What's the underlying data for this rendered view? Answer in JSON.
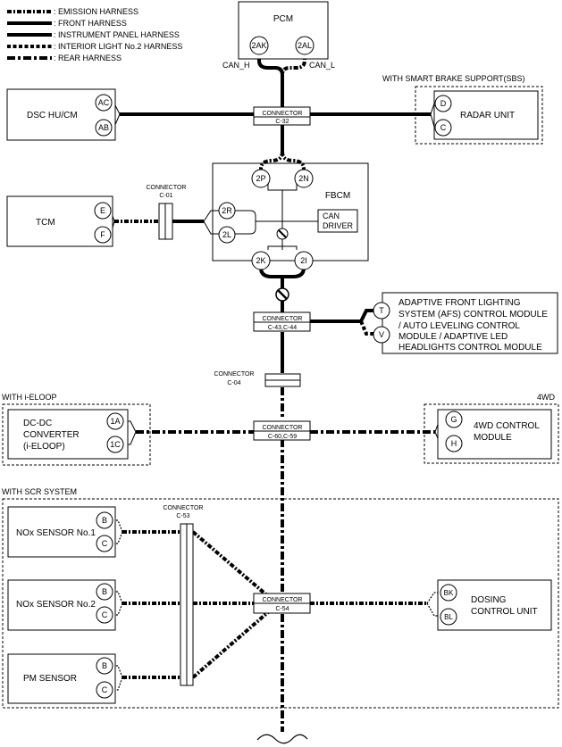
{
  "legend": {
    "emission": ": EMISSION HARNESS",
    "front": ": FRONT HARNESS",
    "instrument": ": INSTRUMENT PANEL HARNESS",
    "interior": ": INTERIOR LIGHT No.2 HARNESS",
    "rear": ": REAR HARNESS"
  },
  "groups": {
    "sbs": "WITH SMART BRAKE SUPPORT(SBS)",
    "ieloop": "WITH i-ELOOP",
    "awd": "4WD",
    "scr": "WITH SCR SYSTEM"
  },
  "modules": {
    "pcm": "PCM",
    "dsc": "DSC HU/CM",
    "radar": "RADAR UNIT",
    "tcm": "TCM",
    "fbcm": "FBCM",
    "can_driver_1": "CAN",
    "can_driver_2": "DRIVER",
    "afs_1": "ADAPTIVE FRONT LIGHTING",
    "afs_2": "SYSTEM (AFS) CONTROL MODULE",
    "afs_3": "/ AUTO LEVELING CONTROL",
    "afs_4": "MODULE / ADAPTIVE LED",
    "afs_5": "HEADLIGHTS CONTROL MODULE",
    "dcdc_1": "DC-DC",
    "dcdc_2": "CONVERTER",
    "dcdc_3": "(i-ELOOP)",
    "awd_1": "4WD CONTROL",
    "awd_2": "MODULE",
    "nox1": "NOx SENSOR No.1",
    "nox2": "NOx SENSOR No.2",
    "pm": "PM SENSOR",
    "dosing_1": "DOSING",
    "dosing_2": "CONTROL UNIT"
  },
  "pins": {
    "pcm_h": "2AK",
    "pcm_l": "2AL",
    "dsc_h": "AC",
    "dsc_l": "AB",
    "radar_h": "D",
    "radar_l": "C",
    "tcm_h": "E",
    "tcm_l": "F",
    "fbcm_2p": "2P",
    "fbcm_2n": "2N",
    "fbcm_2r": "2R",
    "fbcm_2l": "2L",
    "fbcm_2k": "2K",
    "fbcm_2i": "2I",
    "afs_h": "T",
    "afs_l": "V",
    "dcdc_h": "1A",
    "dcdc_l": "1C",
    "awd_h": "G",
    "awd_l": "H",
    "nox1_h": "B",
    "nox1_l": "C",
    "nox2_h": "B",
    "nox2_l": "C",
    "pm_h": "B",
    "pm_l": "C",
    "dosing_h": "BK",
    "dosing_l": "BL"
  },
  "signals": {
    "can_h": "CAN_H",
    "can_l": "CAN_L"
  },
  "connectors": {
    "c32_label": "CONNECTOR",
    "c32_id": "C-32",
    "c01_label": "CONNECTOR",
    "c01_id": "C-01",
    "c43_label": "CONNECTOR",
    "c43_id": "C-43,C-44",
    "c04_label": "CONNECTOR",
    "c04_id": "C-04",
    "c60_label": "CONNECTOR",
    "c60_id": "C-60,C-59",
    "c53_label": "CONNECTOR",
    "c53_id": "C-53",
    "c54_label": "CONNECTOR",
    "c54_id": "C-54"
  }
}
